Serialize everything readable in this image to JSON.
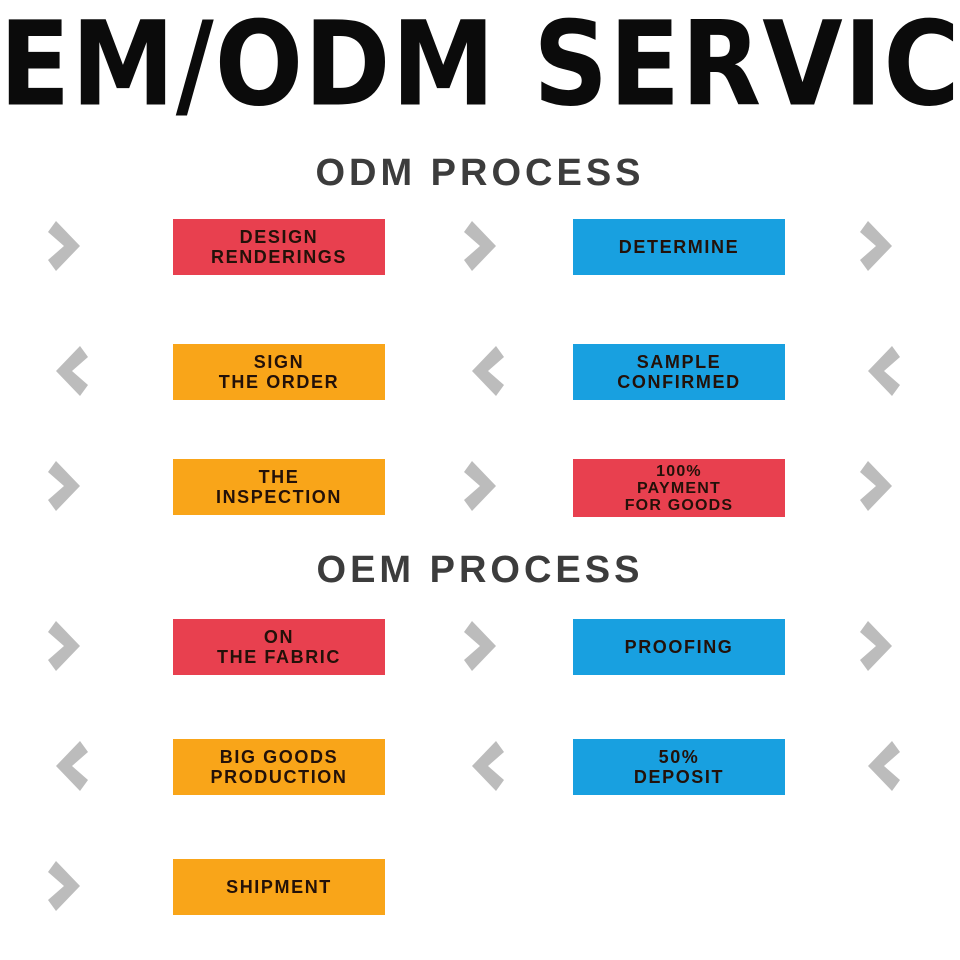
{
  "title": {
    "text": "EM/ODM SERVIC",
    "full_text_clipped": true
  },
  "colors": {
    "red": "#E8404F",
    "orange": "#F9A519",
    "blue": "#18A0E0",
    "arrow_gray": "#BCBCBC",
    "header_gray": "#3C3C3C",
    "box_text": "#231109",
    "background": "#FFFFFF"
  },
  "sections": [
    {
      "header": "ODM PROCESS",
      "rows": [
        {
          "direction": "right",
          "steps": [
            {
              "label": "DESIGN\nRENDERINGS",
              "color": "red",
              "lines": 2
            },
            {
              "label": "DETERMINE",
              "color": "blue",
              "lines": 1
            }
          ]
        },
        {
          "direction": "left",
          "steps": [
            {
              "label": "SIGN\nTHE ORDER",
              "color": "orange",
              "lines": 2
            },
            {
              "label": "SAMPLE\nCONFIRMED",
              "color": "blue",
              "lines": 2
            }
          ]
        },
        {
          "direction": "right",
          "steps": [
            {
              "label": "THE\nINSPECTION",
              "color": "orange",
              "lines": 2
            },
            {
              "label": "100%\nPAYMENT\nFOR GOODS",
              "color": "red",
              "lines": 3
            }
          ]
        }
      ]
    },
    {
      "header": "OEM PROCESS",
      "rows": [
        {
          "direction": "right",
          "steps": [
            {
              "label": "ON\nTHE FABRIC",
              "color": "red",
              "lines": 2
            },
            {
              "label": "PROOFING",
              "color": "blue",
              "lines": 1
            }
          ]
        },
        {
          "direction": "left",
          "steps": [
            {
              "label": "BIG GOODS\nPRODUCTION",
              "color": "orange",
              "lines": 2
            },
            {
              "label": "50%\nDEPOSIT",
              "color": "blue",
              "lines": 2
            }
          ]
        },
        {
          "direction": "right",
          "last_row": true,
          "steps": [
            {
              "label": "SHIPMENT",
              "color": "orange",
              "lines": 1
            },
            {
              "label": "",
              "color": "none",
              "lines": 0
            }
          ]
        }
      ]
    }
  ],
  "icons": {
    "chevron_right": "chevron-right-icon",
    "chevron_left": "chevron-left-icon"
  },
  "row_tops": [
    205,
    330,
    445,
    605,
    725,
    845
  ]
}
